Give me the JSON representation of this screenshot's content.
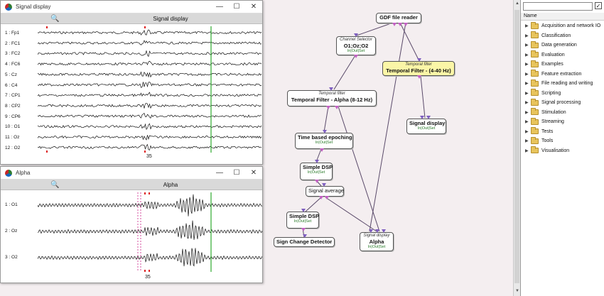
{
  "colors": {
    "canvas_bg": "#f4eef0",
    "link": "#5a4a6a",
    "pin_in": "#7f5fc0",
    "pin_out": "#c460c4",
    "filter_highlight": "#fbf6a7",
    "cursor_line": "#2eaa2e",
    "marker": "#cc2288"
  },
  "boxes": {
    "gdf_reader": {
      "type": "",
      "name": "GDF file reader",
      "io": ""
    },
    "channel_selector": {
      "type": "Channel Selector",
      "name": "O1;Oz;O2",
      "io": "In|Out|Set"
    },
    "temporal_filter_alpha": {
      "type": "Temporal filter",
      "name": "Temporal Filter - Alpha (8-12 Hz)",
      "io": ""
    },
    "temporal_filter_wide": {
      "type": "Temporal filter",
      "name": "Temporal Filter - (4-40 Hz)",
      "io": ""
    },
    "time_epoching": {
      "type": "",
      "name": "Time based epoching",
      "io": "In|Out|Set"
    },
    "signal_display_right": {
      "type": "",
      "name": "Signal display",
      "io": "In|Out|Set"
    },
    "simple_dsp_1": {
      "type": "",
      "name": "Simple DSP",
      "io": "In|Out|Set"
    },
    "signal_average": {
      "type": "",
      "name": "Signal average",
      "io": ""
    },
    "simple_dsp_2": {
      "type": "",
      "name": "Simple DSP",
      "io": "In|Out|Set"
    },
    "sign_change": {
      "type": "",
      "name": "Sign Change Detector",
      "io": ""
    },
    "alpha_display": {
      "type": "Signal display",
      "name": "Alpha",
      "io": "In|Out|Set"
    }
  },
  "signal_window": {
    "title": "Signal display",
    "toolbar_label": "Signal display",
    "channels": [
      "1 : Fp1",
      "2 : FC1",
      "3 : FC2",
      "4 : FC6",
      "5 : Cz",
      "6 : C4",
      "7 : CP1",
      "8 : CP2",
      "9 : CP6",
      "10 : O1",
      "11 : Oz",
      "12 : O2"
    ],
    "axis_tick": "35"
  },
  "alpha_window": {
    "title": "Alpha",
    "toolbar_label": "Alpha",
    "channels": [
      "1 : O1",
      "2 : Oz",
      "3 : O2"
    ],
    "axis_tick": "35"
  },
  "panel": {
    "header": "Name",
    "check": "✓",
    "categories": [
      "Acquisition and network IO",
      "Classification",
      "Data generation",
      "Evaluation",
      "Examples",
      "Feature extraction",
      "File reading and writing",
      "Scripting",
      "Signal processing",
      "Stimulation",
      "Streaming",
      "Tests",
      "Tools",
      "Visualisation"
    ]
  }
}
